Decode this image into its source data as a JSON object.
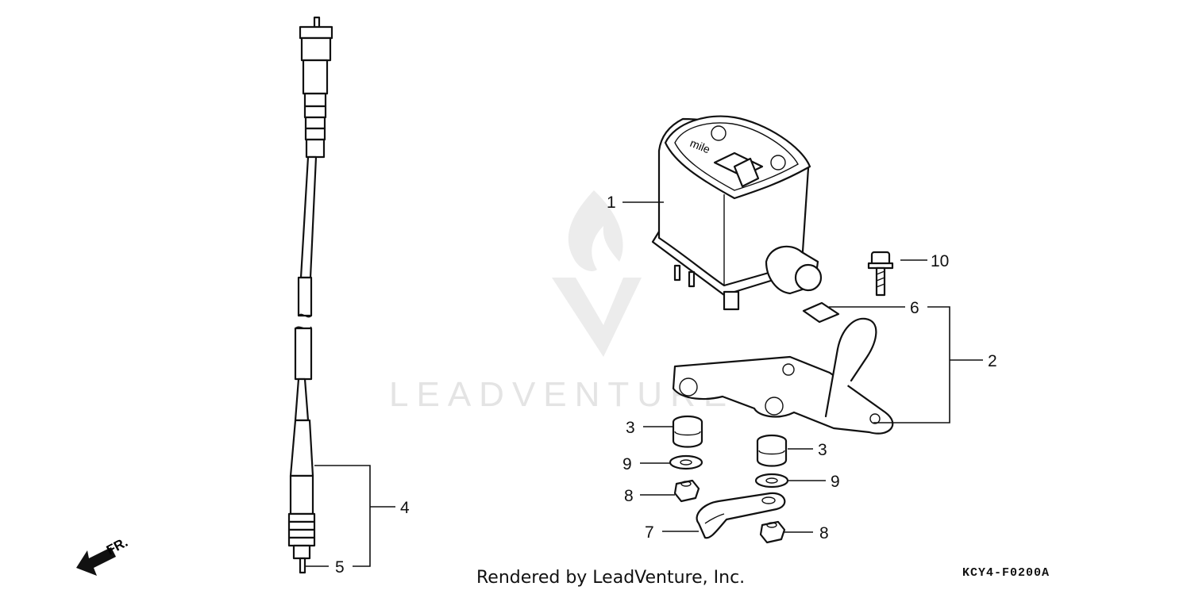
{
  "watermark": {
    "brand": "LEADVENTURE"
  },
  "callouts": {
    "c1": "1",
    "c2": "2",
    "c3a": "3",
    "c3b": "3",
    "c4": "4",
    "c5": "5",
    "c6": "6",
    "c7": "7",
    "c8a": "8",
    "c8b": "8",
    "c9a": "9",
    "c9b": "9",
    "c10": "10"
  },
  "meter_face_text": "mile",
  "direction_label": "FR.",
  "footer": {
    "credit": "Rendered by LeadVenture, Inc.",
    "diagram_code": "KCY4-F0200A"
  }
}
